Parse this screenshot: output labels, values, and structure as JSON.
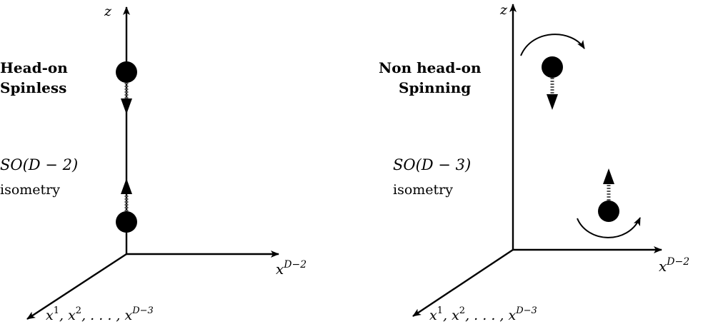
{
  "left_panel": {
    "axis_z": "z",
    "axis_x": "x",
    "axis_x_sup": "D−2",
    "axis_diag_text": "x",
    "axis_diag_sup1": "1",
    "axis_diag_mid": ", x",
    "axis_diag_sup2": "2",
    "axis_diag_mid2": ", . . . , x",
    "axis_diag_sup3": "D−3",
    "title_line1": "Head-on",
    "title_line2": "Spinless",
    "group_line1": "SO(D − 2)",
    "group_line2": "isometry"
  },
  "right_panel": {
    "axis_z": "z",
    "axis_x": "x",
    "axis_x_sup": "D−2",
    "axis_diag_text": "x",
    "axis_diag_sup1": "1",
    "axis_diag_mid": ", x",
    "axis_diag_sup2": "2",
    "axis_diag_mid2": ", . . . , x",
    "axis_diag_sup3": "D−3",
    "title_line1": "Non head-on",
    "title_line2": "Spinning",
    "group_line1": "SO(D − 3)",
    "group_line2": "isometry"
  },
  "colors": {
    "ink": "#000000",
    "background": "#ffffff",
    "dashed_stroke": "#555555"
  }
}
